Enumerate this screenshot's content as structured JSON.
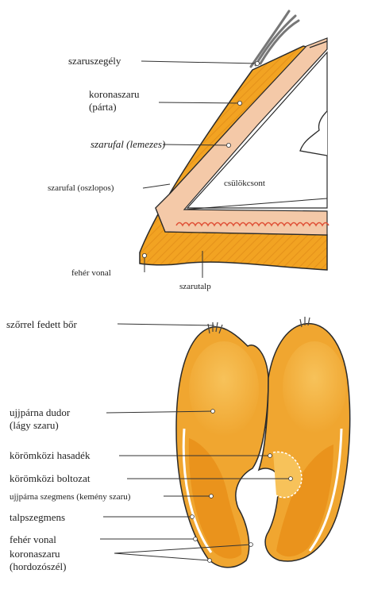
{
  "colors": {
    "horn": "#f2a322",
    "horn_dark": "#e08a10",
    "horn_light": "#f7c25a",
    "inner_layer": "#f4c9a8",
    "outline": "#2a2a2a",
    "lamina": "#e0543a"
  },
  "top_figure": {
    "labels": {
      "periople": "szaruszegély",
      "coronary_horn_1": "koronaszaru",
      "coronary_horn_2": "(párta)",
      "lamellar_wall": "szarufal (lemezes)",
      "tubular_wall": "szarufal (oszlopos)",
      "coffin_bone": "csülökcsont",
      "white_line": "fehér vonal",
      "sole": "szarutalp"
    }
  },
  "bottom_figure": {
    "labels": {
      "hairy_skin": "szőrrel fedett bőr",
      "bulb_1": "ujjpárna dudor",
      "bulb_2": "(lágy szaru)",
      "interdigital_cleft": "körömközi hasadék",
      "interdigital_vault": "körömközi boltozat",
      "bulb_segment": "ujjpárna szegmens (kemény szaru)",
      "sole_segment": "talpszegmens",
      "white_line": "fehér vonal",
      "coronary_horn_1": "koronaszaru",
      "coronary_horn_2": "(hordozószél)"
    }
  }
}
